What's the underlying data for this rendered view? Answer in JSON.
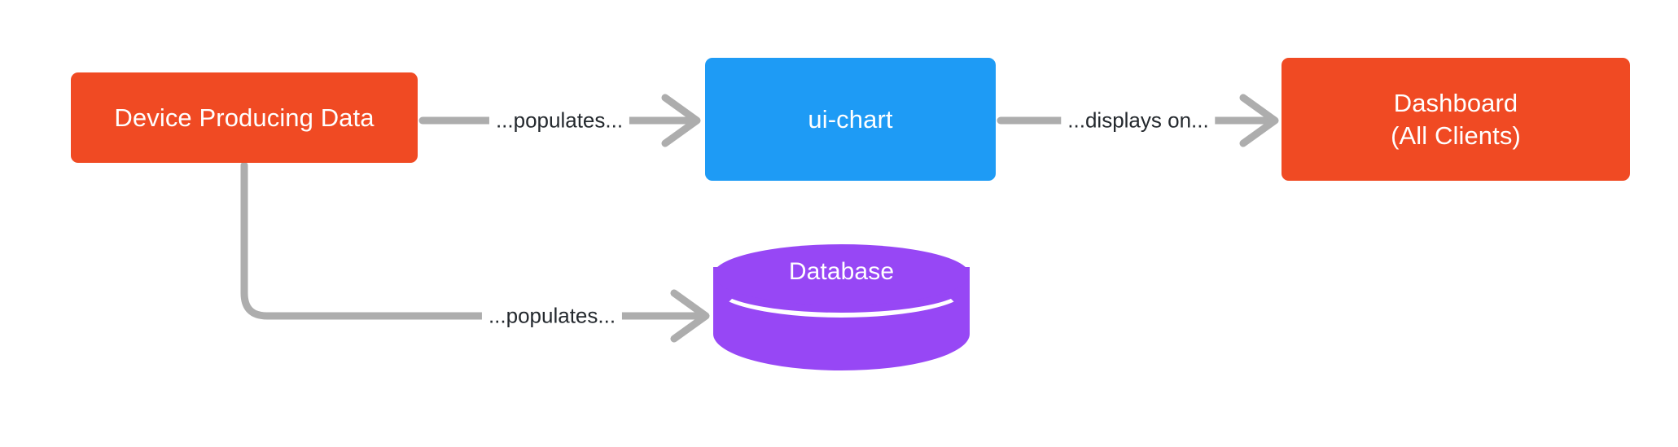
{
  "diagram": {
    "type": "flowchart",
    "direction": "left-to-right",
    "background_color": "#FFFFFF",
    "nodes": [
      {
        "id": "device",
        "label": "Device Producing Data",
        "shape": "rounded-rectangle",
        "fill_color": "#F04A23",
        "text_color": "#FFFFFF"
      },
      {
        "id": "ui-chart",
        "label": "ui-chart",
        "shape": "rounded-rectangle",
        "fill_color": "#1E9BF5",
        "text_color": "#FFFFFF"
      },
      {
        "id": "dashboard",
        "label": "Dashboard\n(All Clients)",
        "line1": "Dashboard",
        "line2": "(All Clients)",
        "shape": "rounded-rectangle",
        "fill_color": "#F04A23",
        "text_color": "#FFFFFF"
      },
      {
        "id": "database",
        "label": "Database",
        "shape": "cylinder",
        "fill_color": "#9747F5",
        "text_color": "#FFFFFF"
      }
    ],
    "edges": [
      {
        "id": "device-to-uichart",
        "from": "device",
        "to": "ui-chart",
        "label": "...populates...",
        "style": "straight",
        "arrowhead": "open-v",
        "color": "#ADADAD"
      },
      {
        "id": "uichart-to-dashboard",
        "from": "ui-chart",
        "to": "dashboard",
        "label": "...displays on...",
        "style": "straight",
        "arrowhead": "open-v",
        "color": "#ADADAD"
      },
      {
        "id": "device-to-database",
        "from": "device",
        "to": "database",
        "label": "...populates...",
        "style": "elbow-rounded",
        "arrowhead": "open-v",
        "color": "#ADADAD"
      }
    ]
  }
}
